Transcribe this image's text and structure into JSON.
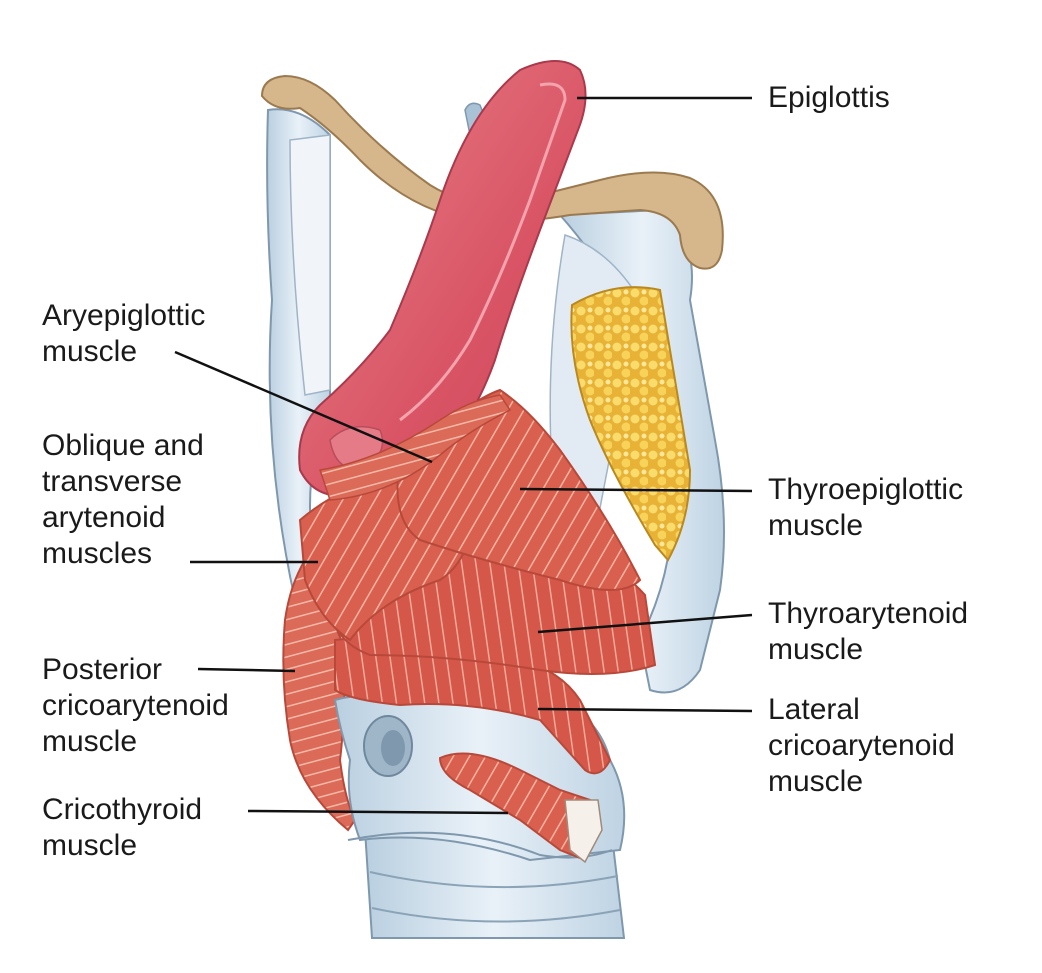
{
  "labels": {
    "epiglottis": [
      "Epiglottis"
    ],
    "aryepiglottic": [
      "Aryepiglottic",
      "muscle"
    ],
    "oblique": [
      "Oblique and",
      "transverse",
      "arytenoid",
      "muscles"
    ],
    "posterior": [
      "Posterior",
      "cricoarytenoid",
      "muscle"
    ],
    "cricothyroid": [
      "Cricothyroid",
      "muscle"
    ],
    "thyroepiglottic": [
      "Thyroepiglottic",
      "muscle"
    ],
    "thyroarytenoid": [
      "Thyroarytenoid",
      "muscle"
    ],
    "lateral": [
      "Lateral",
      "cricoarytenoid",
      "muscle"
    ]
  }
}
